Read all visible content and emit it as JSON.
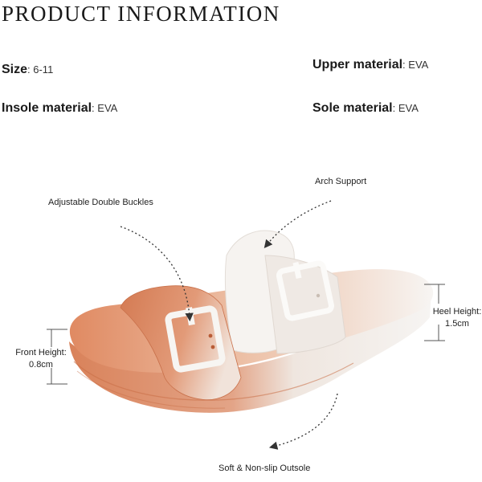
{
  "title": "PRODUCT INFORMATION",
  "specs": {
    "size": {
      "key": "Size",
      "sep": ": ",
      "value": "6-11"
    },
    "upper": {
      "key": "Upper material",
      "sep": ": ",
      "value": "EVA"
    },
    "insole": {
      "key": "Insole material",
      "sep": ": ",
      "value": "EVA"
    },
    "sole": {
      "key": "Sole material",
      "sep": ": ",
      "value": "EVA"
    }
  },
  "callouts": {
    "buckles": "Adjustable Double Buckles",
    "arch": "Arch Support",
    "outsole": "Soft & Non-slip Outsole",
    "front_height_label": "Front Height:",
    "front_height_value": "0.8cm",
    "heel_height_label": "Heel Height:",
    "heel_height_value": "1.5cm"
  },
  "colors": {
    "accent_orange": "#d9825a",
    "sandal_white": "#f4f1ee",
    "text": "#1a1a1a"
  }
}
